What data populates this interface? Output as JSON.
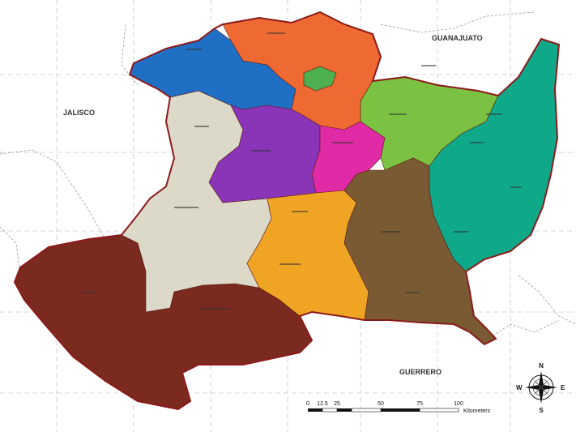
{
  "colors": {
    "background": "#ffffff",
    "outline": "#8b1a1a",
    "grid": "#c8c8c8",
    "neighbor_border": "#9a9a9a",
    "blue": "#1f6fc4",
    "orange": "#ef6a33",
    "light_green": "#4caf50",
    "green": "#7cc242",
    "teal": "#0fa98a",
    "purple": "#8a35b8",
    "magenta": "#e02aa6",
    "beige": "#dcd9c8",
    "amber": "#f0a424",
    "brown": "#7a5a32",
    "maroon": "#7a2a1f"
  },
  "labels": {
    "guanajuato": "GUANAJUATO",
    "jalisco": "JALISCO",
    "guerrero": "GUERRERO"
  },
  "scale": {
    "ticks": [
      "0",
      "12.5",
      "25",
      "50",
      "75",
      "100"
    ],
    "unit": "Kilometers"
  },
  "compass": {
    "n": "N",
    "s": "S",
    "e": "E",
    "w": "W"
  }
}
